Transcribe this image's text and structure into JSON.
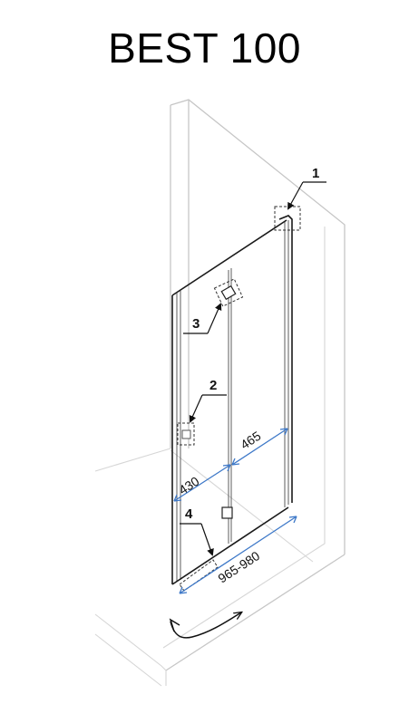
{
  "title": "BEST 100",
  "dimensions": {
    "left_panel": "430",
    "right_panel": "465",
    "total_width": "965-980"
  },
  "callouts": [
    "1",
    "2",
    "3",
    "4"
  ],
  "colors": {
    "dimension_line": "#3d78c8",
    "frame": "#1a1a1a",
    "wall": "#c6c6c6"
  }
}
